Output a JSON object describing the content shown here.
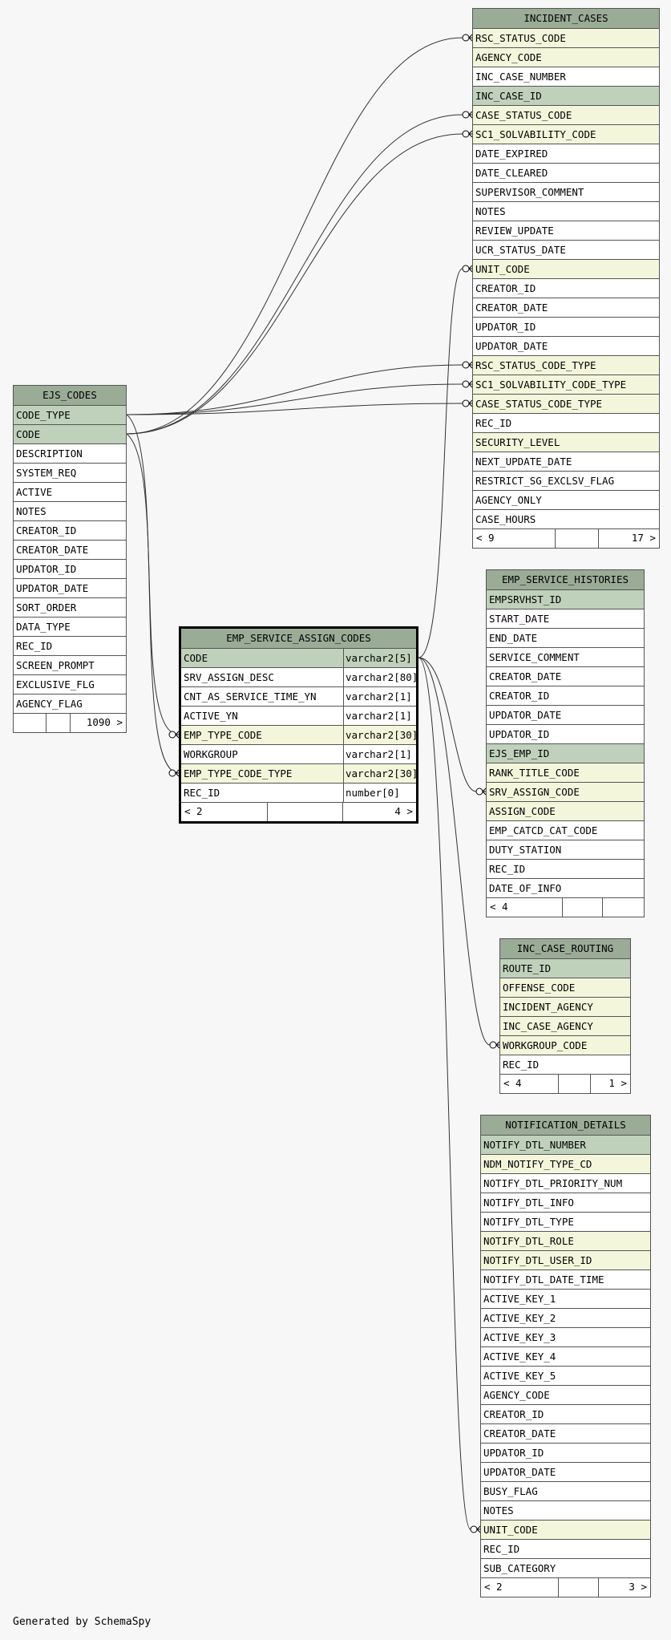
{
  "footer": {
    "generated_by": "Generated by SchemaSpy"
  },
  "colors": {
    "header": "#9aab96",
    "primary_key": "#bfd1bb",
    "foreign_key": "#f4f6dc",
    "column": "#ffffff",
    "edge": "#333333"
  },
  "tables": [
    {
      "name": "INCIDENT_CASES",
      "columns": [
        {
          "name": "RSC_STATUS_CODE",
          "kind": "fk"
        },
        {
          "name": "AGENCY_CODE",
          "kind": "fk"
        },
        {
          "name": "INC_CASE_NUMBER",
          "kind": ""
        },
        {
          "name": "INC_CASE_ID",
          "kind": "pk"
        },
        {
          "name": "CASE_STATUS_CODE",
          "kind": "fk"
        },
        {
          "name": "SC1_SOLVABILITY_CODE",
          "kind": "fk"
        },
        {
          "name": "DATE_EXPIRED",
          "kind": ""
        },
        {
          "name": "DATE_CLEARED",
          "kind": ""
        },
        {
          "name": "SUPERVISOR_COMMENT",
          "kind": ""
        },
        {
          "name": "NOTES",
          "kind": ""
        },
        {
          "name": "REVIEW_UPDATE",
          "kind": ""
        },
        {
          "name": "UCR_STATUS_DATE",
          "kind": ""
        },
        {
          "name": "UNIT_CODE",
          "kind": "fk"
        },
        {
          "name": "CREATOR_ID",
          "kind": ""
        },
        {
          "name": "CREATOR_DATE",
          "kind": ""
        },
        {
          "name": "UPDATOR_ID",
          "kind": ""
        },
        {
          "name": "UPDATOR_DATE",
          "kind": ""
        },
        {
          "name": "RSC_STATUS_CODE_TYPE",
          "kind": "fk"
        },
        {
          "name": "SC1_SOLVABILITY_CODE_TYPE",
          "kind": "fk"
        },
        {
          "name": "CASE_STATUS_CODE_TYPE",
          "kind": "fk"
        },
        {
          "name": "REC_ID",
          "kind": ""
        },
        {
          "name": "SECURITY_LEVEL",
          "kind": "fk"
        },
        {
          "name": "NEXT_UPDATE_DATE",
          "kind": ""
        },
        {
          "name": "RESTRICT_SG_EXCLSV_FLAG",
          "kind": ""
        },
        {
          "name": "AGENCY_ONLY",
          "kind": ""
        },
        {
          "name": "CASE_HOURS",
          "kind": ""
        }
      ],
      "footer": [
        "< 9",
        "",
        "17 >"
      ]
    },
    {
      "name": "EJS_CODES",
      "columns": [
        {
          "name": "CODE_TYPE",
          "kind": "pk"
        },
        {
          "name": "CODE",
          "kind": "pk"
        },
        {
          "name": "DESCRIPTION",
          "kind": ""
        },
        {
          "name": "SYSTEM_REQ",
          "kind": ""
        },
        {
          "name": "ACTIVE",
          "kind": ""
        },
        {
          "name": "NOTES",
          "kind": ""
        },
        {
          "name": "CREATOR_ID",
          "kind": ""
        },
        {
          "name": "CREATOR_DATE",
          "kind": ""
        },
        {
          "name": "UPDATOR_ID",
          "kind": ""
        },
        {
          "name": "UPDATOR_DATE",
          "kind": ""
        },
        {
          "name": "SORT_ORDER",
          "kind": ""
        },
        {
          "name": "DATA_TYPE",
          "kind": ""
        },
        {
          "name": "REC_ID",
          "kind": ""
        },
        {
          "name": "SCREEN_PROMPT",
          "kind": ""
        },
        {
          "name": "EXCLUSIVE_FLG",
          "kind": ""
        },
        {
          "name": "AGENCY_FLAG",
          "kind": ""
        }
      ],
      "footer": [
        "",
        "",
        "1090 >"
      ]
    },
    {
      "name": "EMP_SERVICE_ASSIGN_CODES",
      "columns": [
        {
          "name": "CODE",
          "type": "varchar2[5]",
          "kind": "pk"
        },
        {
          "name": "SRV_ASSIGN_DESC",
          "type": "varchar2[80]",
          "kind": ""
        },
        {
          "name": "CNT_AS_SERVICE_TIME_YN",
          "type": "varchar2[1]",
          "kind": ""
        },
        {
          "name": "ACTIVE_YN",
          "type": "varchar2[1]",
          "kind": ""
        },
        {
          "name": "EMP_TYPE_CODE",
          "type": "varchar2[30]",
          "kind": "fk"
        },
        {
          "name": "WORKGROUP",
          "type": "varchar2[1]",
          "kind": ""
        },
        {
          "name": "EMP_TYPE_CODE_TYPE",
          "type": "varchar2[30]",
          "kind": "fk"
        },
        {
          "name": "REC_ID",
          "type": "number[0]",
          "kind": ""
        }
      ],
      "footer": [
        "< 2",
        "",
        "4 >"
      ]
    },
    {
      "name": "EMP_SERVICE_HISTORIES",
      "columns": [
        {
          "name": "EMPSRVHST_ID",
          "kind": "pk"
        },
        {
          "name": "START_DATE",
          "kind": ""
        },
        {
          "name": "END_DATE",
          "kind": ""
        },
        {
          "name": "SERVICE_COMMENT",
          "kind": ""
        },
        {
          "name": "CREATOR_DATE",
          "kind": ""
        },
        {
          "name": "CREATOR_ID",
          "kind": ""
        },
        {
          "name": "UPDATOR_DATE",
          "kind": ""
        },
        {
          "name": "UPDATOR_ID",
          "kind": ""
        },
        {
          "name": "EJS_EMP_ID",
          "kind": "pk"
        },
        {
          "name": "RANK_TITLE_CODE",
          "kind": "fk"
        },
        {
          "name": "SRV_ASSIGN_CODE",
          "kind": "fk"
        },
        {
          "name": "ASSIGN_CODE",
          "kind": "fk"
        },
        {
          "name": "EMP_CATCD_CAT_CODE",
          "kind": ""
        },
        {
          "name": "DUTY_STATION",
          "kind": ""
        },
        {
          "name": "REC_ID",
          "kind": ""
        },
        {
          "name": "DATE_OF_INFO",
          "kind": ""
        }
      ],
      "footer": [
        "< 4",
        "",
        ""
      ]
    },
    {
      "name": "INC_CASE_ROUTING",
      "columns": [
        {
          "name": "ROUTE_ID",
          "kind": "pk"
        },
        {
          "name": "OFFENSE_CODE",
          "kind": "fk"
        },
        {
          "name": "INCIDENT_AGENCY",
          "kind": "fk"
        },
        {
          "name": "INC_CASE_AGENCY",
          "kind": "fk"
        },
        {
          "name": "WORKGROUP_CODE",
          "kind": "fk"
        },
        {
          "name": "REC_ID",
          "kind": ""
        }
      ],
      "footer": [
        "< 4",
        "",
        "1 >"
      ]
    },
    {
      "name": "NOTIFICATION_DETAILS",
      "columns": [
        {
          "name": "NOTIFY_DTL_NUMBER",
          "kind": "pk"
        },
        {
          "name": "NDM_NOTIFY_TYPE_CD",
          "kind": "fk"
        },
        {
          "name": "NOTIFY_DTL_PRIORITY_NUM",
          "kind": ""
        },
        {
          "name": "NOTIFY_DTL_INFO",
          "kind": ""
        },
        {
          "name": "NOTIFY_DTL_TYPE",
          "kind": ""
        },
        {
          "name": "NOTIFY_DTL_ROLE",
          "kind": "fk"
        },
        {
          "name": "NOTIFY_DTL_USER_ID",
          "kind": "fk"
        },
        {
          "name": "NOTIFY_DTL_DATE_TIME",
          "kind": ""
        },
        {
          "name": "ACTIVE_KEY_1",
          "kind": ""
        },
        {
          "name": "ACTIVE_KEY_2",
          "kind": ""
        },
        {
          "name": "ACTIVE_KEY_3",
          "kind": ""
        },
        {
          "name": "ACTIVE_KEY_4",
          "kind": ""
        },
        {
          "name": "ACTIVE_KEY_5",
          "kind": ""
        },
        {
          "name": "AGENCY_CODE",
          "kind": ""
        },
        {
          "name": "CREATOR_ID",
          "kind": ""
        },
        {
          "name": "CREATOR_DATE",
          "kind": ""
        },
        {
          "name": "UPDATOR_ID",
          "kind": ""
        },
        {
          "name": "UPDATOR_DATE",
          "kind": ""
        },
        {
          "name": "BUSY_FLAG",
          "kind": ""
        },
        {
          "name": "NOTES",
          "kind": ""
        },
        {
          "name": "UNIT_CODE",
          "kind": "fk"
        },
        {
          "name": "REC_ID",
          "kind": ""
        },
        {
          "name": "SUB_CATEGORY",
          "kind": ""
        }
      ],
      "footer": [
        "< 2",
        "",
        "3 >"
      ]
    }
  ],
  "relationships": [
    {
      "from_table": "EJS_CODES",
      "from_column": "CODE",
      "to_table": "INCIDENT_CASES",
      "to_column": "RSC_STATUS_CODE"
    },
    {
      "from_table": "EJS_CODES",
      "from_column": "CODE",
      "to_table": "INCIDENT_CASES",
      "to_column": "CASE_STATUS_CODE"
    },
    {
      "from_table": "EJS_CODES",
      "from_column": "CODE",
      "to_table": "INCIDENT_CASES",
      "to_column": "SC1_SOLVABILITY_CODE"
    },
    {
      "from_table": "EJS_CODES",
      "from_column": "CODE_TYPE",
      "to_table": "INCIDENT_CASES",
      "to_column": "RSC_STATUS_CODE_TYPE"
    },
    {
      "from_table": "EJS_CODES",
      "from_column": "CODE_TYPE",
      "to_table": "INCIDENT_CASES",
      "to_column": "SC1_SOLVABILITY_CODE_TYPE"
    },
    {
      "from_table": "EJS_CODES",
      "from_column": "CODE_TYPE",
      "to_table": "INCIDENT_CASES",
      "to_column": "CASE_STATUS_CODE_TYPE"
    },
    {
      "from_table": "EJS_CODES",
      "from_column": "CODE",
      "to_table": "EMP_SERVICE_ASSIGN_CODES",
      "to_column": "EMP_TYPE_CODE"
    },
    {
      "from_table": "EJS_CODES",
      "from_column": "CODE_TYPE",
      "to_table": "EMP_SERVICE_ASSIGN_CODES",
      "to_column": "EMP_TYPE_CODE_TYPE"
    },
    {
      "from_table": "EMP_SERVICE_ASSIGN_CODES",
      "from_column": "CODE",
      "to_table": "INCIDENT_CASES",
      "to_column": "UNIT_CODE"
    },
    {
      "from_table": "EMP_SERVICE_ASSIGN_CODES",
      "from_column": "CODE",
      "to_table": "EMP_SERVICE_HISTORIES",
      "to_column": "SRV_ASSIGN_CODE"
    },
    {
      "from_table": "EMP_SERVICE_ASSIGN_CODES",
      "from_column": "CODE",
      "to_table": "INC_CASE_ROUTING",
      "to_column": "WORKGROUP_CODE"
    },
    {
      "from_table": "EMP_SERVICE_ASSIGN_CODES",
      "from_column": "CODE",
      "to_table": "NOTIFICATION_DETAILS",
      "to_column": "UNIT_CODE"
    }
  ]
}
